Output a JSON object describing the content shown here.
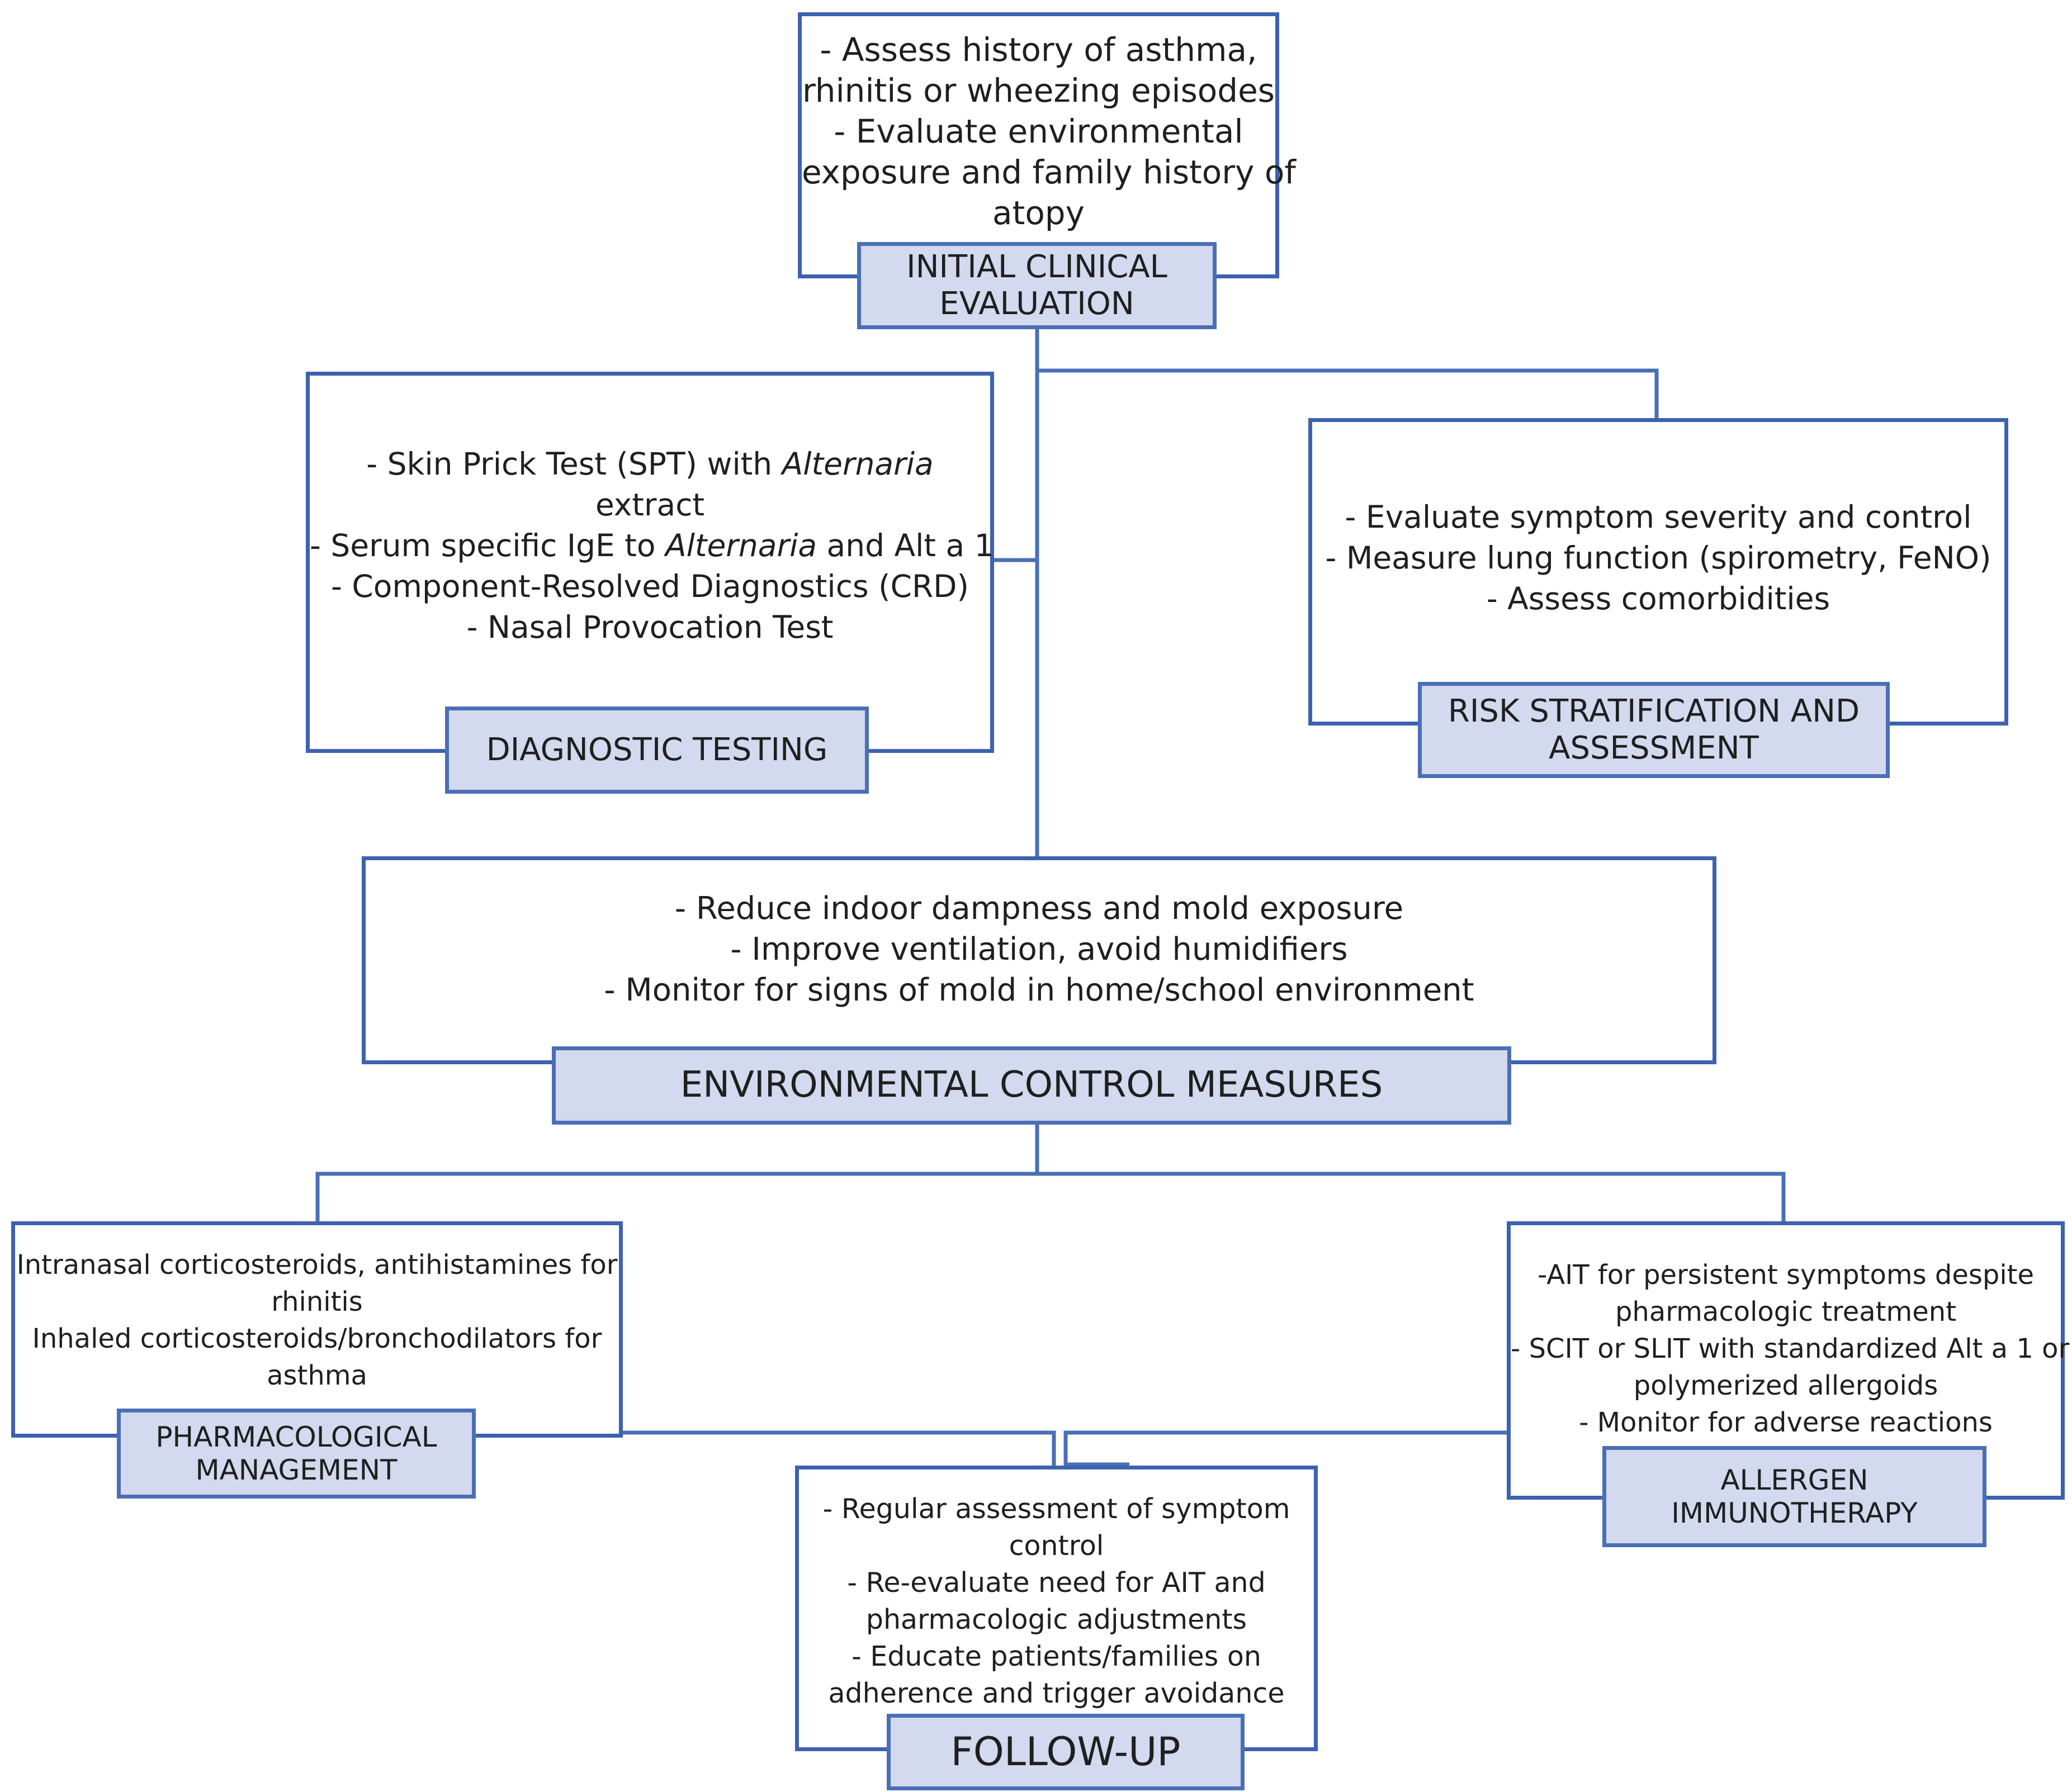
{
  "initial": {
    "lines": [
      "- Assess history of asthma,",
      "rhinitis  or wheezing episodes",
      "- Evaluate environmental",
      "exposure and family history of",
      "atopy"
    ],
    "label": [
      "INITIAL CLINICAL",
      "EVALUATION"
    ]
  },
  "diagnostic": {
    "l1_pre": "- Skin Prick Test (SPT) with ",
    "l1_em": "Alternaria",
    "l2": "extract",
    "l3_pre": "- Serum specific IgE to ",
    "l3_em": "Alternaria",
    "l3_post": " and Alt a 1",
    "l4": "- Component-Resolved Diagnostics (CRD)",
    "l5": "- Nasal Provocation Test",
    "label": "DIAGNOSTIC TESTING"
  },
  "risk": {
    "lines": [
      "- Evaluate symptom severity and control",
      "- Measure lung function (spirometry, FeNO)",
      "- Assess comorbidities"
    ],
    "label": [
      "RISK STRATIFICATION AND",
      "ASSESSMENT"
    ]
  },
  "environment": {
    "lines": [
      "- Reduce indoor dampness and mold exposure",
      "- Improve ventilation, avoid humidifiers",
      "- Monitor for signs of mold in home/school environment"
    ],
    "label": "ENVIRONMENTAL CONTROL MEASURES"
  },
  "pharmacological": {
    "lines": [
      "Intranasal corticosteroids, antihistamines for",
      "rhinitis",
      "Inhaled corticosteroids/bronchodilators for",
      "asthma"
    ],
    "label": [
      "PHARMACOLOGICAL",
      "MANAGEMENT"
    ]
  },
  "immunotherapy": {
    "lines": [
      "-AIT for persistent symptoms despite",
      "pharmacologic treatment",
      "- SCIT or SLIT with standardized Alt a 1 or",
      "polymerized allergoids",
      "- Monitor for adverse reactions"
    ],
    "label": [
      "ALLERGEN",
      "IMMUNOTHERAPY"
    ]
  },
  "followup": {
    "lines": [
      "- Regular assessment of symptom",
      "control",
      "- Re-evaluate need for AIT and",
      "pharmacologic adjustments",
      "- Educate patients/families on",
      "adherence and trigger avoidance"
    ],
    "label": "FOLLOW-UP"
  },
  "colors": {
    "border": "#3d62ae",
    "label_fill": "#d3d9ee",
    "connector": "#4a6fb5"
  }
}
